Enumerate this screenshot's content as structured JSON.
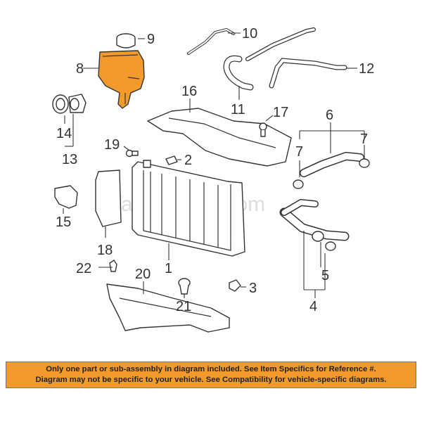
{
  "diagram": {
    "watermark": "Partomotive.com",
    "highlight_color": "#f29b2c",
    "highlighted_part": "8",
    "callouts": {
      "n1": "1",
      "n2": "2",
      "n3": "3",
      "n4": "4",
      "n5": "5",
      "n6": "6",
      "n7a": "7",
      "n7b": "7",
      "n8": "8",
      "n9": "9",
      "n10": "10",
      "n11": "11",
      "n12": "12",
      "n13": "13",
      "n14": "14",
      "n15": "15",
      "n16": "16",
      "n17": "17",
      "n18": "18",
      "n19": "19",
      "n20": "20",
      "n21": "21",
      "n22": "22"
    }
  },
  "disclaimer": {
    "background": "#f29b2c",
    "line1": "Only one part or sub-assembly in diagram included. See Item Specifics for Reference #.",
    "line2": "Diagram may not be specific to your vehicle. See Compatibility for vehicle-specific diagrams."
  }
}
